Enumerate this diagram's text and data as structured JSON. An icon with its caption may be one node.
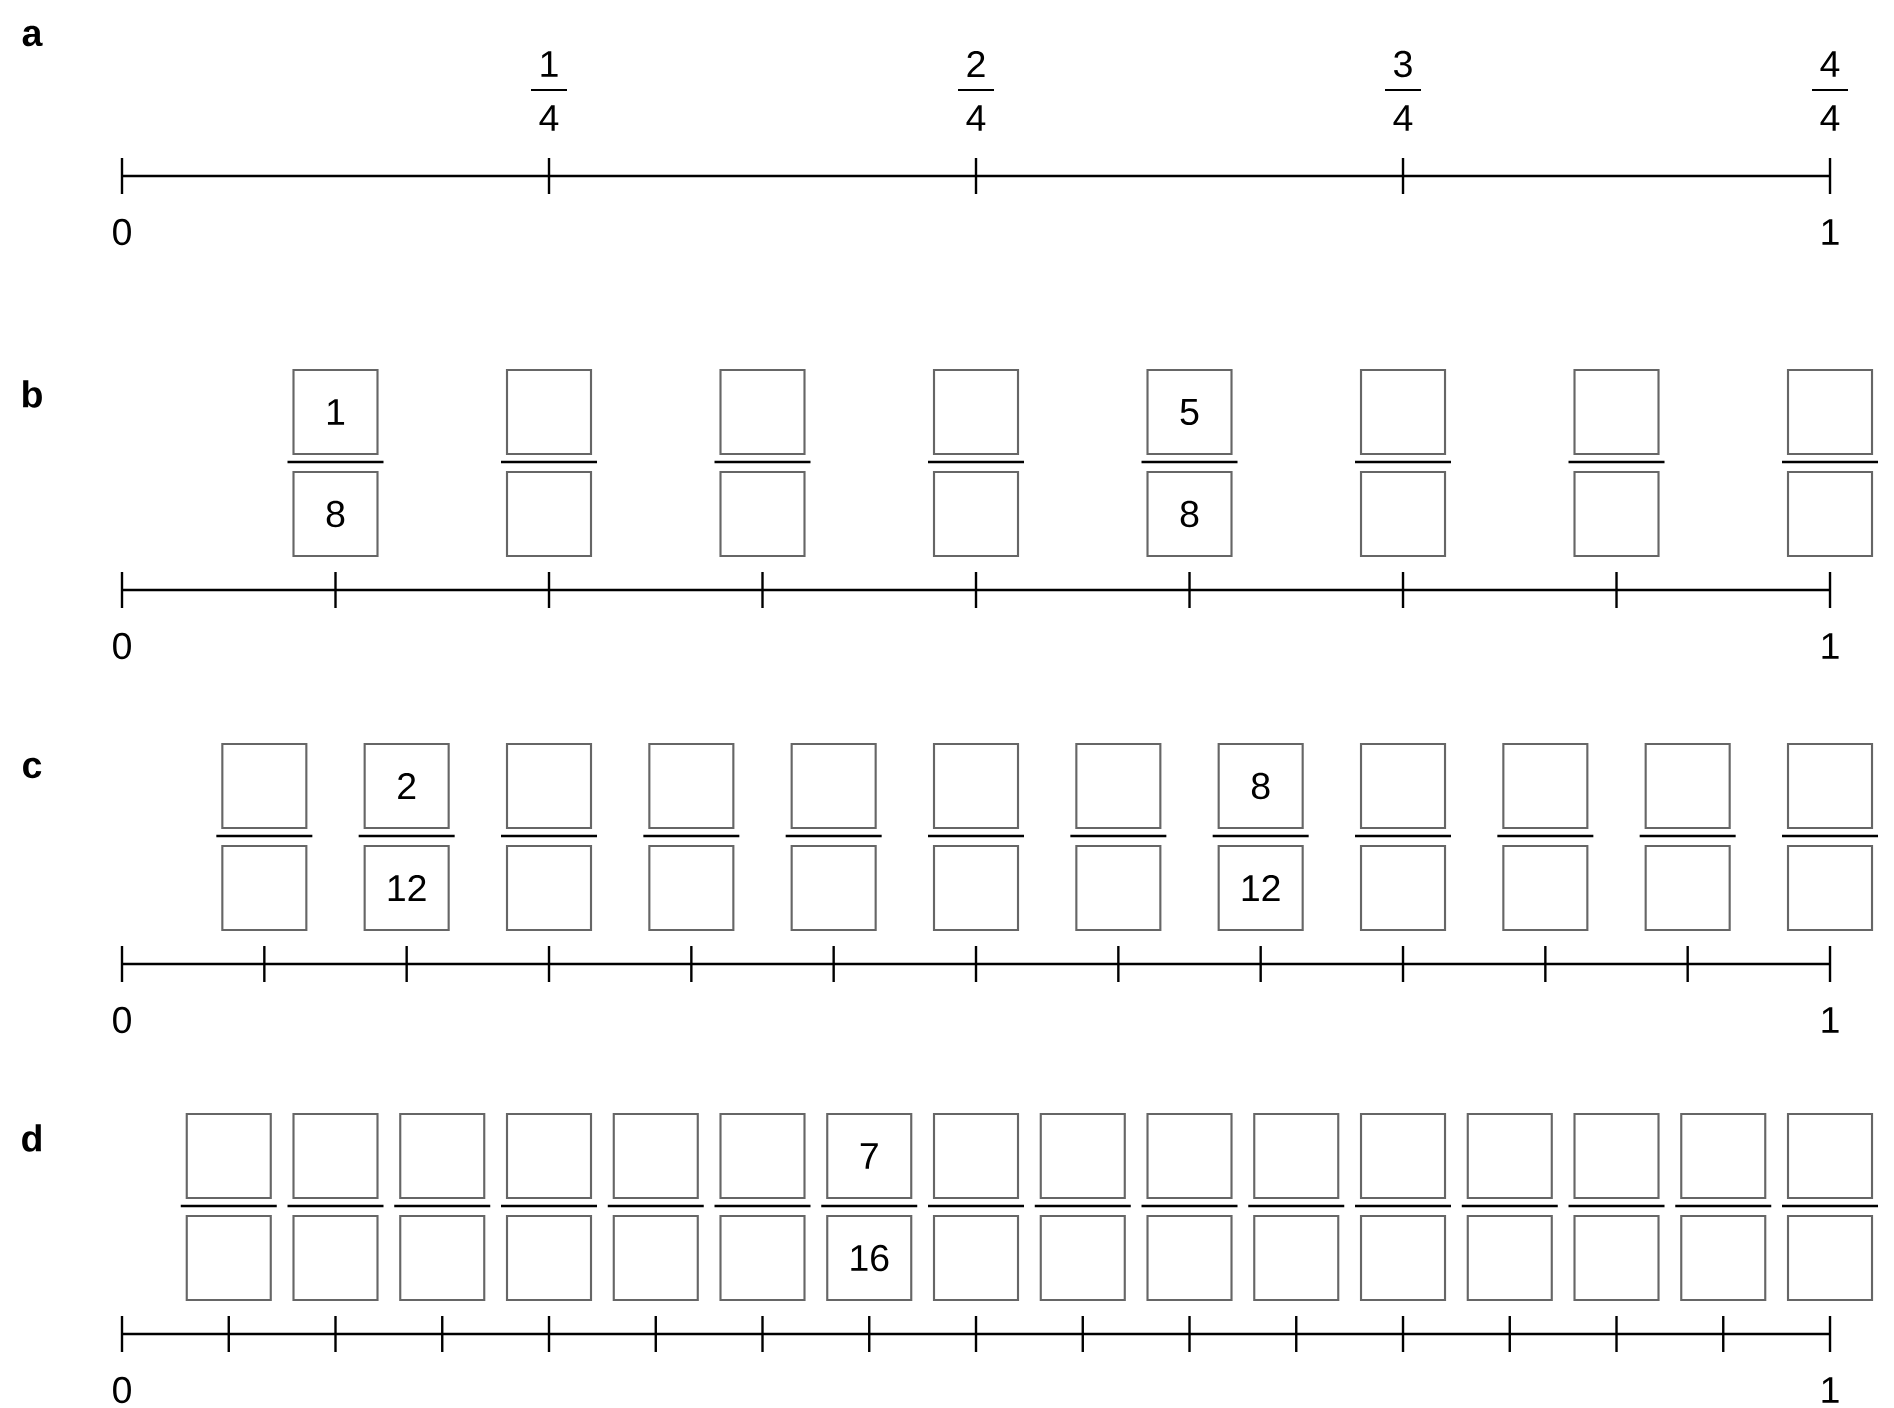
{
  "diagram": {
    "nodes": [
      {
        "text": [
          "1"
        ]
      },
      {
        "text": [],
        "shape": "box"
      },
      {
        "text": [],
        "shape": "box"
      },
      {
        "text": [],
        "shape": "box"
      },
      {
        "text": [
          "5"
        ]
      },
      {
        "text": [],
        "shape": "box"
      },
      {
        "text": [],
        "shape": "box"
      },
      {
        "text": [],
        "shape": "box"
      },
      {
        "text": [
          "8"
        ]
      },
      {
        "text": [],
        "shape": "box"
      },
      {
        "text": [],
        "shape": "box"
      },
      {
        "text": [],
        "shape": "box"
      },
      {
        "text": [
          "8"
        ]
      },
      {
        "text": [],
        "shape": "box"
      },
      {
        "text": [],
        "shape": "box"
      },
      {
        "text": [],
        "shape": "box"
      },
      {
        "text": [],
        "shape": "box"
      },
      {
        "text": [
          "2"
        ]
      },
      {
        "text": [],
        "shape": "box"
      },
      {
        "text": [],
        "shape": "box"
      },
      {
        "text": [],
        "shape": "box"
      },
      {
        "text": [],
        "shape": "box"
      },
      {
        "text": [],
        "shape": "box"
      },
      {
        "text": [
          "8"
        ]
      },
      {
        "text": [],
        "shape": "box"
      },
      {
        "text": [],
        "shape": "box"
      },
      {
        "text": [],
        "shape": "box"
      },
      {
        "text": [],
        "shape": "box"
      },
      {
        "text": [],
        "shape": "box"
      },
      {
        "text": [
          "12"
        ]
      },
      {
        "text": [],
        "shape": "box"
      },
      {
        "text": [],
        "shape": "box"
      },
      {
        "text": [],
        "shape": "box"
      },
      {
        "text": [],
        "shape": "box"
      },
      {
        "text": [],
        "shape": "box"
      },
      {
        "text": [
          "12"
        ]
      },
      {
        "text": [],
        "shape": "box"
      },
      {
        "text": [],
        "shape": "box"
      },
      {
        "text": [],
        "shape": "box"
      },
      {
        "text": [],
        "shape": "box"
      },
      {
        "text": [],
        "shape": "box"
      },
      {
        "text": [],
        "shape": "box"
      },
      {
        "text": [],
        "shape": "box"
      },
      {
        "text": [],
        "shape": "box"
      },
      {
        "text": [],
        "shape": "box"
      },
      {
        "text": [],
        "shape": "box"
      },
      {
        "text": [
          "7"
        ]
      },
      {
        "text": [],
        "shape": "box"
      },
      {
        "text": [],
        "shape": "box"
      },
      {
        "text": [],
        "shape": "box"
      },
      {
        "text": [],
        "shape": "box"
      },
      {
        "text": [],
        "shape": "box"
      },
      {
        "text": [],
        "shape": "box"
      },
      {
        "text": [],
        "shape": "box"
      },
      {
        "text": [],
        "shape": "box"
      },
      {
        "text": [],
        "shape": "box"
      },
      {
        "text": [],
        "shape": "box"
      },
      {
        "text": [],
        "shape": "box"
      },
      {
        "text": [],
        "shape": "box"
      },
      {
        "text": [],
        "shape": "box"
      },
      {
        "text": [],
        "shape": "box"
      },
      {
        "text": [],
        "shape": "box"
      },
      {
        "text": [
          "16"
        ]
      },
      {
        "text": [],
        "shape": "box"
      },
      {
        "text": [],
        "shape": "box"
      },
      {
        "text": [],
        "shape": "box"
      },
      {
        "text": [],
        "shape": "box"
      },
      {
        "text": [],
        "shape": "box"
      },
      {
        "text": [],
        "shape": "box"
      },
      {
        "text": [],
        "shape": "box"
      },
      {
        "text": [],
        "shape": "box"
      },
      {
        "text": [],
        "shape": "box"
      }
    ],
    "labels": [
      "a",
      "1",
      "4",
      "2",
      "4",
      "3",
      "4",
      "4",
      "4",
      "0",
      "1",
      "b",
      "0",
      "1",
      "c",
      "0",
      "1",
      "d",
      "0",
      "1"
    ]
  }
}
